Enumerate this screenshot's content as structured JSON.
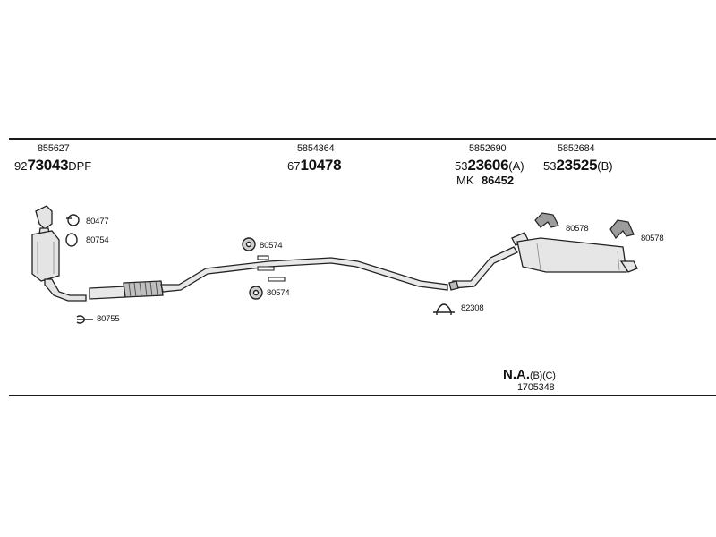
{
  "parts": {
    "p1": {
      "code": "855627",
      "prefix": "92",
      "bold": "73043",
      "suffix": "DPF"
    },
    "p2": {
      "code": "5854364",
      "prefix": "67",
      "bold": "10478",
      "suffix": ""
    },
    "p3": {
      "code": "5852690",
      "prefix": "53",
      "bold": "23606",
      "suffix": "(A)",
      "kit_label": "MK",
      "kit_number": "86452"
    },
    "p4": {
      "code": "5852684",
      "prefix": "53",
      "bold": "23525",
      "suffix": "(B)"
    }
  },
  "callouts": {
    "c80477": "80477",
    "c80754": "80754",
    "c80755": "80755",
    "c80574a": "80574",
    "c80574b": "80574",
    "c82308": "82308",
    "c80578a": "80578",
    "c80578b": "80578"
  },
  "note": {
    "bold": "N.A.",
    "suffix": "(B)(C)",
    "code": "1705348"
  }
}
